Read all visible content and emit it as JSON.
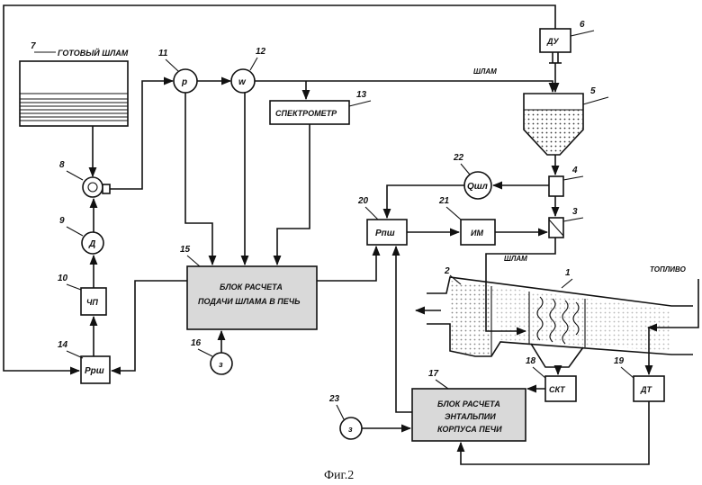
{
  "caption": "Фиг.2",
  "flows": {
    "slurry_top": "ШЛАМ",
    "slurry_mid": "ШЛАМ",
    "fuel": "ТОПЛИВО"
  },
  "blocks": {
    "b1": {
      "num": "1"
    },
    "b2": {
      "num": "2"
    },
    "b3": {
      "num": "3"
    },
    "b4": {
      "num": "4"
    },
    "b5": {
      "num": "5"
    },
    "b6": {
      "num": "6",
      "label": "ДУ"
    },
    "b7": {
      "num": "7",
      "label": "ГОТОВЫЙ ШЛАМ"
    },
    "b8": {
      "num": "8"
    },
    "b9": {
      "num": "9",
      "label": "Д"
    },
    "b10": {
      "num": "10",
      "label": "ЧП"
    },
    "b11": {
      "num": "11",
      "label": "p"
    },
    "b12": {
      "num": "12",
      "label": "w"
    },
    "b13": {
      "num": "13",
      "label": "СПЕКТРОМЕТР"
    },
    "b14": {
      "num": "14",
      "label": "Pрш"
    },
    "b15": {
      "num": "15",
      "label_line1": "БЛОК РАСЧЕТА",
      "label_line2": "ПОДАЧИ ШЛАМА В ПЕЧЬ"
    },
    "b16": {
      "num": "16",
      "label": "з"
    },
    "b17": {
      "num": "17",
      "label_line1": "БЛОК РАСЧЕТА",
      "label_line2": "ЭНТАЛЬПИИ",
      "label_line3": "КОРПУСА ПЕЧИ"
    },
    "b18": {
      "num": "18",
      "label": "СКТ"
    },
    "b19": {
      "num": "19",
      "label": "ДТ"
    },
    "b20": {
      "num": "20",
      "label": "Pпш"
    },
    "b21": {
      "num": "21",
      "label": "ИМ"
    },
    "b22": {
      "num": "22",
      "label": "Qшл"
    },
    "b23": {
      "num": "23",
      "label": "з"
    }
  }
}
